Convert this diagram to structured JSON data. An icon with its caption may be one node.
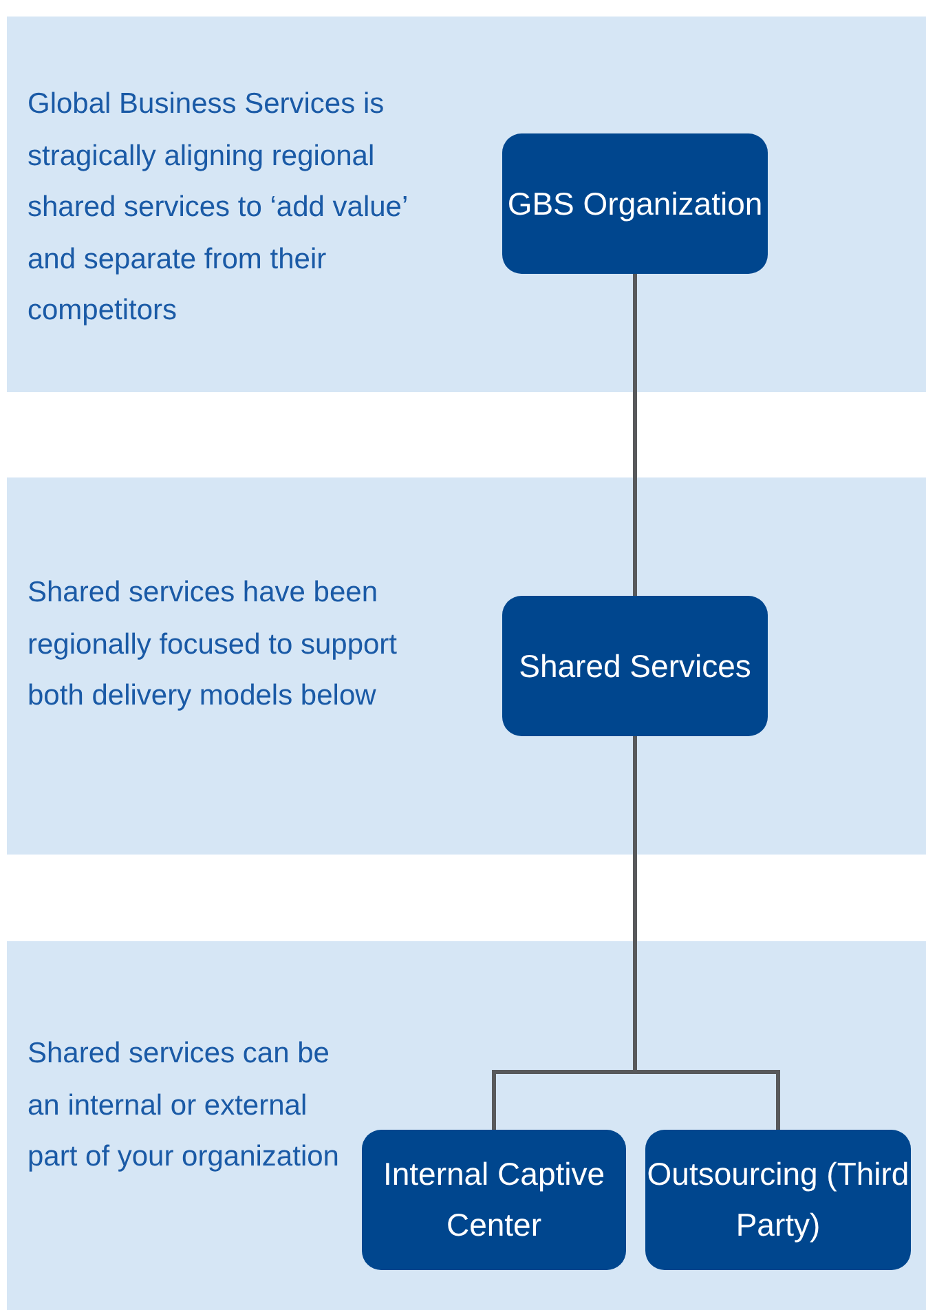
{
  "diagram": {
    "nodes": [
      {
        "text": [
          "Global Business Services is stragically aligning regional shared services to ‘add value’ and separate from their competitors"
        ]
      },
      {
        "text": [
          "GBS Organization"
        ],
        "in": 0
      },
      {
        "text": [
          "Shared services have been regionally focused to support both delivery models below"
        ]
      },
      {
        "text": [
          "Shared Services"
        ],
        "in": 2
      },
      {
        "text": [
          "Shared services can be an internal or external part of your organization"
        ]
      },
      {
        "text": [
          "Internal Captive Center"
        ],
        "in": 4
      },
      {
        "text": [
          "Outsourcing (Third Party)"
        ],
        "in": 4
      }
    ],
    "edges": [
      {
        "from": 1,
        "to": 3,
        "arrow": "none"
      },
      {
        "from": 3,
        "to": 5,
        "arrow": "none"
      },
      {
        "from": 3,
        "to": 6,
        "arrow": "none"
      }
    ]
  }
}
